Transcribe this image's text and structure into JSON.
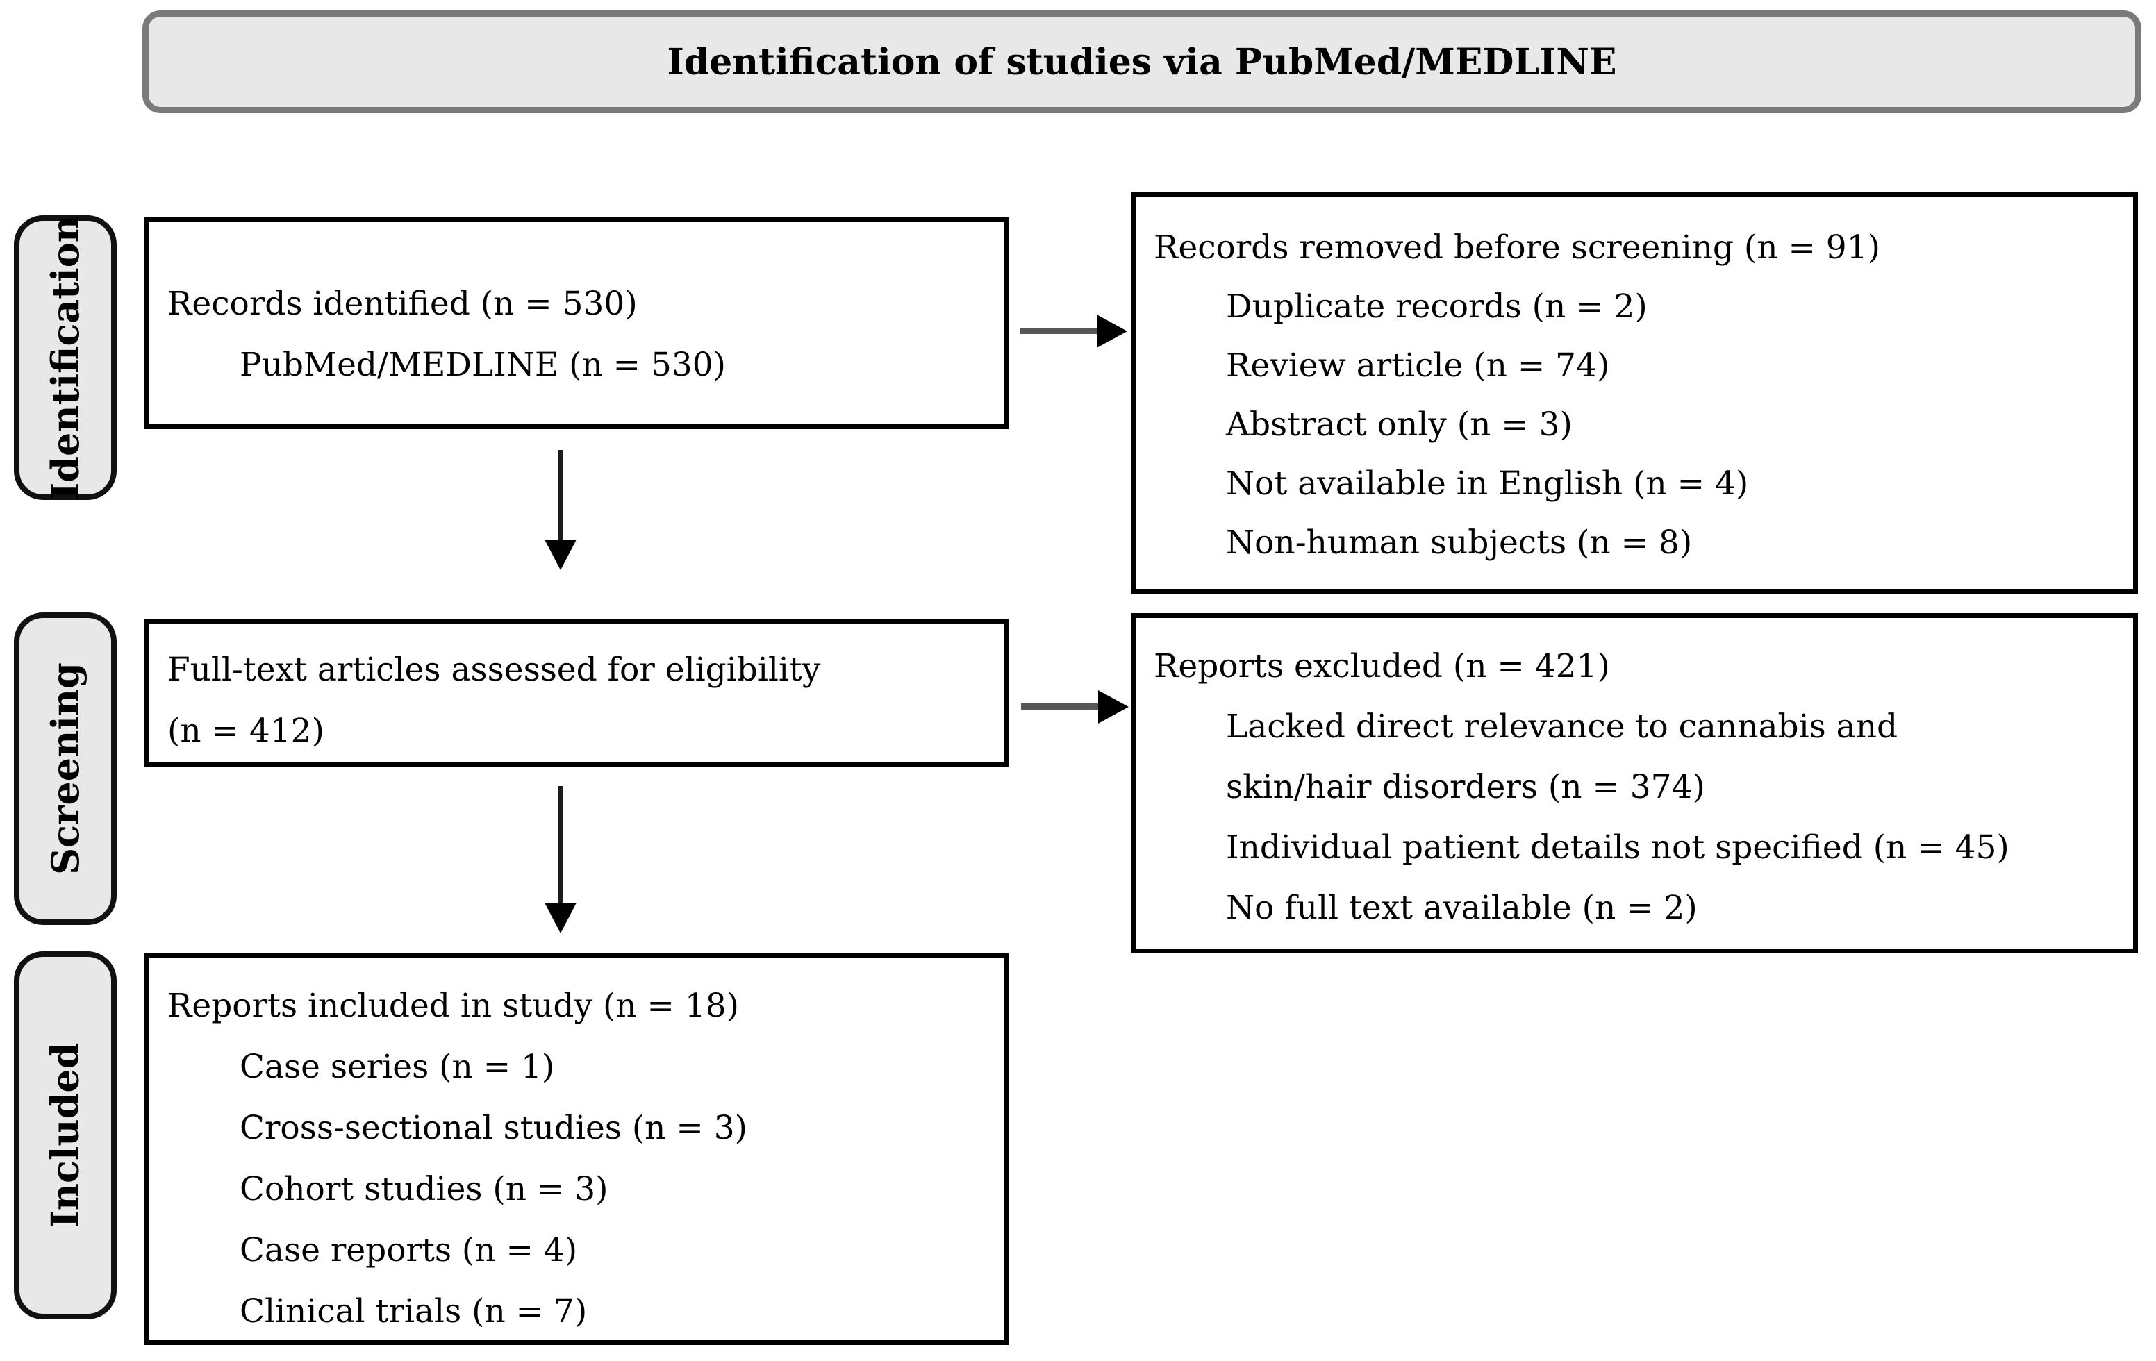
{
  "title": {
    "text": "Identification of studies via PubMed/MEDLINE"
  },
  "stages": {
    "identification": "Identification",
    "screening": "Screening",
    "included": "Included"
  },
  "flow": {
    "records_identified": {
      "lines": [
        {
          "text": "Records identified (n = 530)",
          "indent": 0
        },
        {
          "text": "PubMed/MEDLINE (n = 530)",
          "indent": 1
        }
      ]
    },
    "records_removed": {
      "lines": [
        {
          "text": "Records removed before screening (n = 91)",
          "indent": 0
        },
        {
          "text": "Duplicate records (n = 2)",
          "indent": 1
        },
        {
          "text": "Review article (n = 74)",
          "indent": 1
        },
        {
          "text": "Abstract only (n = 3)",
          "indent": 1
        },
        {
          "text": "Not available in English (n = 4)",
          "indent": 1
        },
        {
          "text": "Non-human subjects (n = 8)",
          "indent": 1
        }
      ]
    },
    "fulltext_assessed": {
      "lines": [
        {
          "text": "Full-text articles assessed for eligibility",
          "indent": 0
        },
        {
          "text": "(n = 412)",
          "indent": 0
        }
      ]
    },
    "reports_excluded": {
      "lines": [
        {
          "text": "Reports excluded (n = 421)",
          "indent": 0
        },
        {
          "text": "Lacked direct relevance to cannabis and",
          "indent": 1
        },
        {
          "text": "skin/hair disorders (n = 374)",
          "indent": 1
        },
        {
          "text": "Individual patient details not specified (n = 45)",
          "indent": 1
        },
        {
          "text": "No full text available (n = 2)",
          "indent": 1
        }
      ]
    },
    "reports_included": {
      "lines": [
        {
          "text": "Reports included in study (n = 18)",
          "indent": 0
        },
        {
          "text": "Case series (n = 1)",
          "indent": 1
        },
        {
          "text": "Cross-sectional studies (n = 3)",
          "indent": 1
        },
        {
          "text": "Cohort studies (n = 3)",
          "indent": 1
        },
        {
          "text": "Case reports (n = 4)",
          "indent": 1
        },
        {
          "text": "Clinical trials (n = 7)",
          "indent": 1
        }
      ]
    }
  },
  "colors": {
    "panel_fill": "#e8e8e8",
    "title_border": "#7a7a7a",
    "box_border": "#000000",
    "box_fill": "#ffffff",
    "arrow_line_gray": "#575757",
    "arrow_head_black": "#000000",
    "text": "#000000"
  }
}
